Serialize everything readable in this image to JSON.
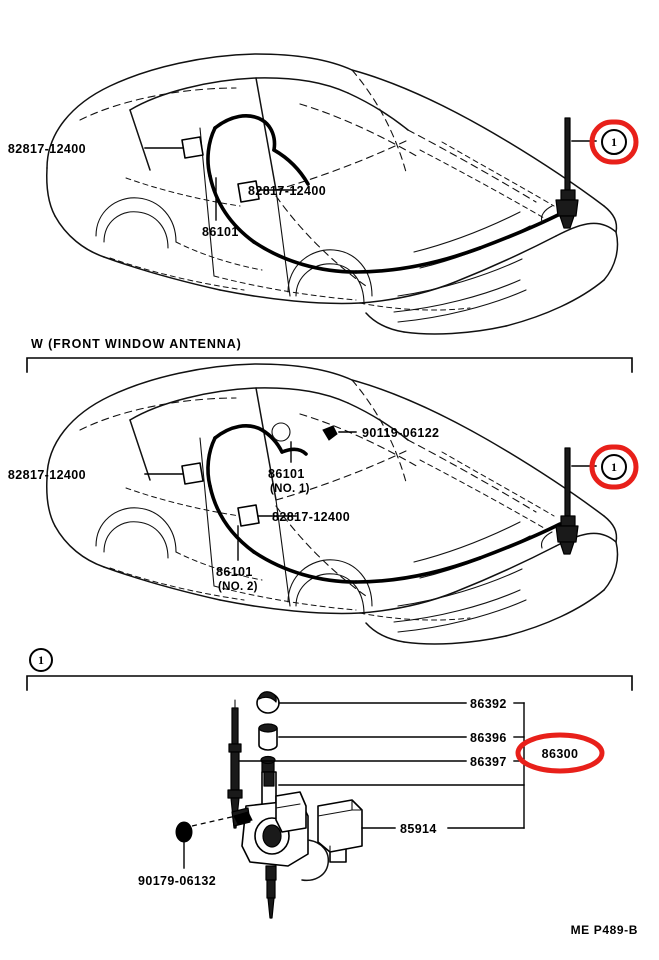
{
  "document": {
    "title": "Antenna Parts Diagram",
    "footer_code": "ME P489-B"
  },
  "sections": [
    {
      "id": "section-1",
      "heading": "W (FRONT WINDOW ANTENNA)",
      "callout": "1",
      "labels": [
        {
          "id": "s1-82817a",
          "text": "82817-12400"
        },
        {
          "id": "s1-82817b",
          "text": "82817-12400"
        },
        {
          "id": "s1-86101",
          "text": "86101"
        }
      ]
    },
    {
      "id": "section-2",
      "heading": "",
      "callout": "1",
      "labels": [
        {
          "id": "s2-90119",
          "text": "90119-06122"
        },
        {
          "id": "s2-82817a",
          "text": "82817-12400"
        },
        {
          "id": "s2-82817b",
          "text": "82817-12400"
        },
        {
          "id": "s2-86101-1-line1",
          "text": "86101"
        },
        {
          "id": "s2-86101-1-line2",
          "text": "(NO. 1)"
        },
        {
          "id": "s2-86101-2-line1",
          "text": "86101"
        },
        {
          "id": "s2-86101-2-line2",
          "text": "(NO. 2)"
        }
      ]
    },
    {
      "id": "section-detail",
      "heading": "",
      "callout": "1",
      "labels": [
        {
          "id": "d-86392",
          "text": "86392"
        },
        {
          "id": "d-86396",
          "text": "86396"
        },
        {
          "id": "d-86397",
          "text": "86397"
        },
        {
          "id": "d-86300",
          "text": "86300"
        },
        {
          "id": "d-85914",
          "text": "85914"
        },
        {
          "id": "d-90179",
          "text": "90179-06132"
        }
      ]
    }
  ],
  "highlights": {
    "color": "#e8201a",
    "items": [
      {
        "id": "hl-callout-1",
        "target": "callout-1-section-1"
      },
      {
        "id": "hl-callout-2",
        "target": "callout-1-section-2"
      },
      {
        "id": "hl-part-86300",
        "target": "86300"
      }
    ]
  }
}
